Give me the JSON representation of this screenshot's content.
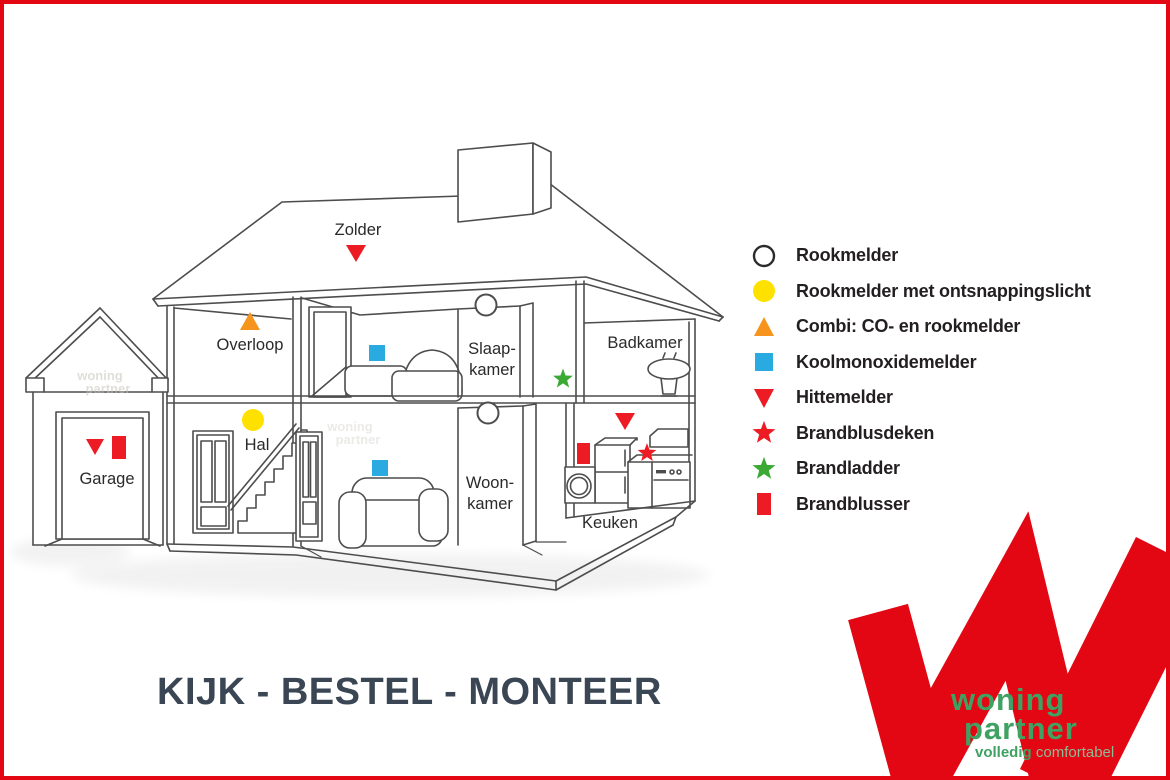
{
  "colors": {
    "frame_red": "#e30613",
    "marker_red": "#ed1c24",
    "marker_orange": "#f7941e",
    "marker_yellow": "#ffe100",
    "marker_blue": "#29abe2",
    "marker_green": "#3aaa35",
    "line_gray": "#4d4d4d",
    "text_dark": "#231f20",
    "tagline_slate": "#3a4654",
    "logo_green": "#3fa162",
    "logo_green_light": "#8cbd95",
    "watermark_gray": "#c8c4bb"
  },
  "diagram": {
    "rooms": {
      "zolder": "Zolder",
      "overloop": "Overloop",
      "slaapkamer_line1": "Slaap-",
      "slaapkamer_line2": "kamer",
      "badkamer": "Badkamer",
      "hal": "Hal",
      "woonkamer_line1": "Woon-",
      "woonkamer_line2": "kamer",
      "keuken": "Keuken",
      "garage": "Garage"
    },
    "watermark": {
      "line1": "woning",
      "line2": "partner"
    },
    "markers": [
      {
        "room": "zolder",
        "type": "hittemelder",
        "shape": "triangle-down",
        "color": "marker_red"
      },
      {
        "room": "overloop",
        "type": "combi-co-en-rookmelder",
        "shape": "triangle-up",
        "color": "marker_orange"
      },
      {
        "room": "slaapkamer",
        "type": "koolmonoxidemelder",
        "shape": "square",
        "color": "marker_blue"
      },
      {
        "room": "slaapkamer",
        "type": "rookmelder",
        "shape": "circle-outline",
        "color": "white"
      },
      {
        "room": "slaapkamer",
        "type": "brandladder",
        "shape": "star",
        "color": "marker_green"
      },
      {
        "room": "hal",
        "type": "rookmelder-met-ontsnappingslicht",
        "shape": "circle",
        "color": "marker_yellow"
      },
      {
        "room": "woonkamer",
        "type": "koolmonoxidemelder",
        "shape": "square",
        "color": "marker_blue"
      },
      {
        "room": "woonkamer",
        "type": "rookmelder",
        "shape": "circle-outline",
        "color": "white"
      },
      {
        "room": "keuken",
        "type": "hittemelder",
        "shape": "triangle-down",
        "color": "marker_red"
      },
      {
        "room": "keuken",
        "type": "brandblusser",
        "shape": "rect",
        "color": "marker_red"
      },
      {
        "room": "keuken",
        "type": "brandblusdeken",
        "shape": "star",
        "color": "marker_red"
      },
      {
        "room": "garage",
        "type": "hittemelder",
        "shape": "triangle-down",
        "color": "marker_red"
      },
      {
        "room": "garage",
        "type": "brandblusser",
        "shape": "rect",
        "color": "marker_red"
      }
    ]
  },
  "legend": {
    "items": [
      {
        "symbol": "circle-outline",
        "label": "Rookmelder"
      },
      {
        "symbol": "circle-yellow",
        "label": "Rookmelder met ontsnappingslicht"
      },
      {
        "symbol": "triangle-up-orange",
        "label": "Combi: CO- en rookmelder"
      },
      {
        "symbol": "square-blue",
        "label": "Koolmonoxidemelder"
      },
      {
        "symbol": "triangle-down-red",
        "label": "Hittemelder"
      },
      {
        "symbol": "star-red",
        "label": "Brandblusdeken"
      },
      {
        "symbol": "star-green",
        "label": "Brandladder"
      },
      {
        "symbol": "rect-red",
        "label": "Brandblusser"
      }
    ]
  },
  "tagline": "KIJK - BESTEL - MONTEER",
  "brand": {
    "word1": "woning",
    "word2": "partner",
    "sub_bold": "volledig",
    "sub_light": "comfortabel"
  }
}
